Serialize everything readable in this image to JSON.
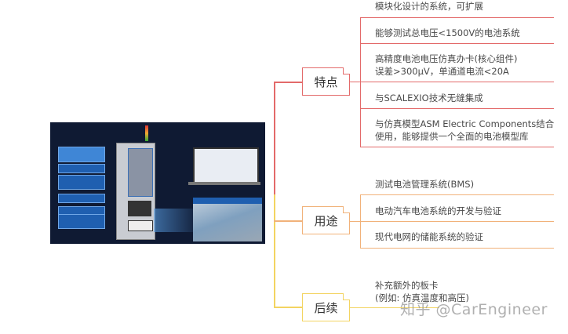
{
  "colors": {
    "features": "#e36a6a",
    "uses": "#f1b27a",
    "future": "#f3d461"
  },
  "nodes": [
    {
      "label": "特点",
      "items": [
        "模块化设计的系统，可扩展",
        "能够测试总电压<1500V的电池系统",
        "高精度电池电压仿真办卡(核心组件)\n误差>300μV，单通道电流<20A",
        "与SCALEXIO技术无缝集成",
        "与仿真模型ASM Electric Components结合\n使用，能够提供一个全面的电池模型库"
      ]
    },
    {
      "label": "用途",
      "items": [
        "测试电池管理系统(BMS)",
        "电动汽车电池系统的开发与验证",
        "现代电网的储能系统的验证"
      ]
    },
    {
      "label": "后续",
      "items": [
        "补充额外的板卡\n(例如: 仿真温度和高压)"
      ]
    }
  ],
  "watermark": "知乎 @CarEngineer"
}
